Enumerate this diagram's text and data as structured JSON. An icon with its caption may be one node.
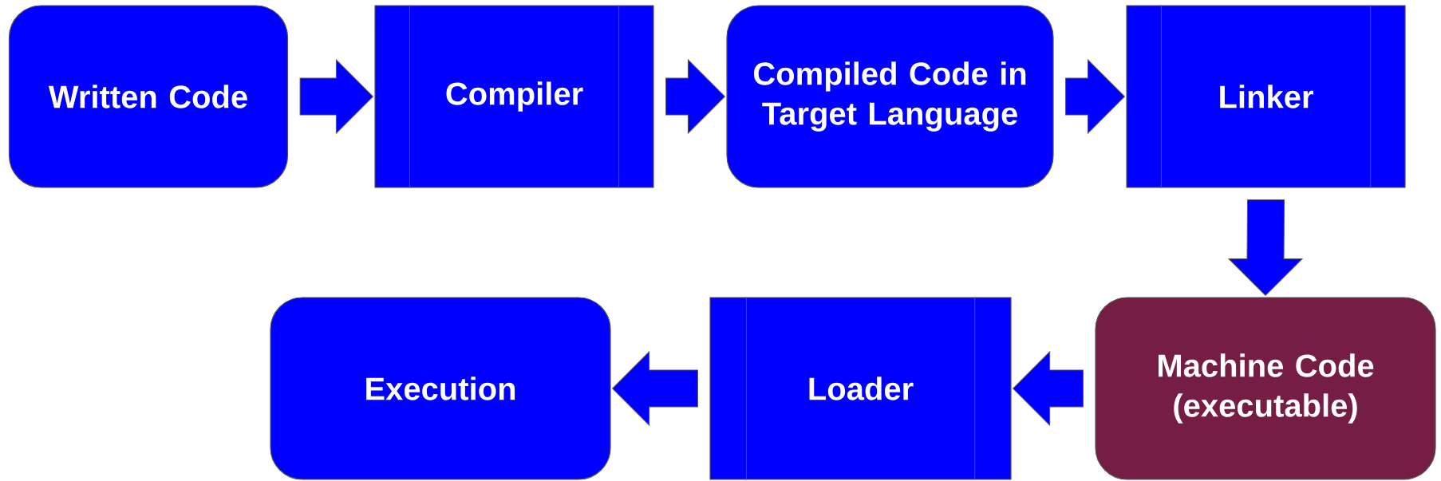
{
  "diagram": {
    "nodes": [
      {
        "text": [
          "Written Code"
        ]
      },
      {
        "text": [
          "Compiler"
        ]
      },
      {
        "text": [
          "Compiled Code in Target Language"
        ]
      },
      {
        "text": [
          "Linker"
        ]
      },
      {
        "text": [
          "Machine Code (executable)"
        ]
      },
      {
        "text": [
          "Loader"
        ]
      },
      {
        "text": [
          "Execution"
        ]
      }
    ],
    "edges": [
      {
        "from": 0,
        "to": 1,
        "arrow": "to"
      },
      {
        "from": 1,
        "to": 2,
        "arrow": "to"
      },
      {
        "from": 2,
        "to": 3,
        "arrow": "to"
      },
      {
        "from": 3,
        "to": 4,
        "arrow": "to"
      },
      {
        "from": 4,
        "to": 5,
        "arrow": "to"
      },
      {
        "from": 5,
        "to": 6,
        "arrow": "to"
      }
    ]
  }
}
